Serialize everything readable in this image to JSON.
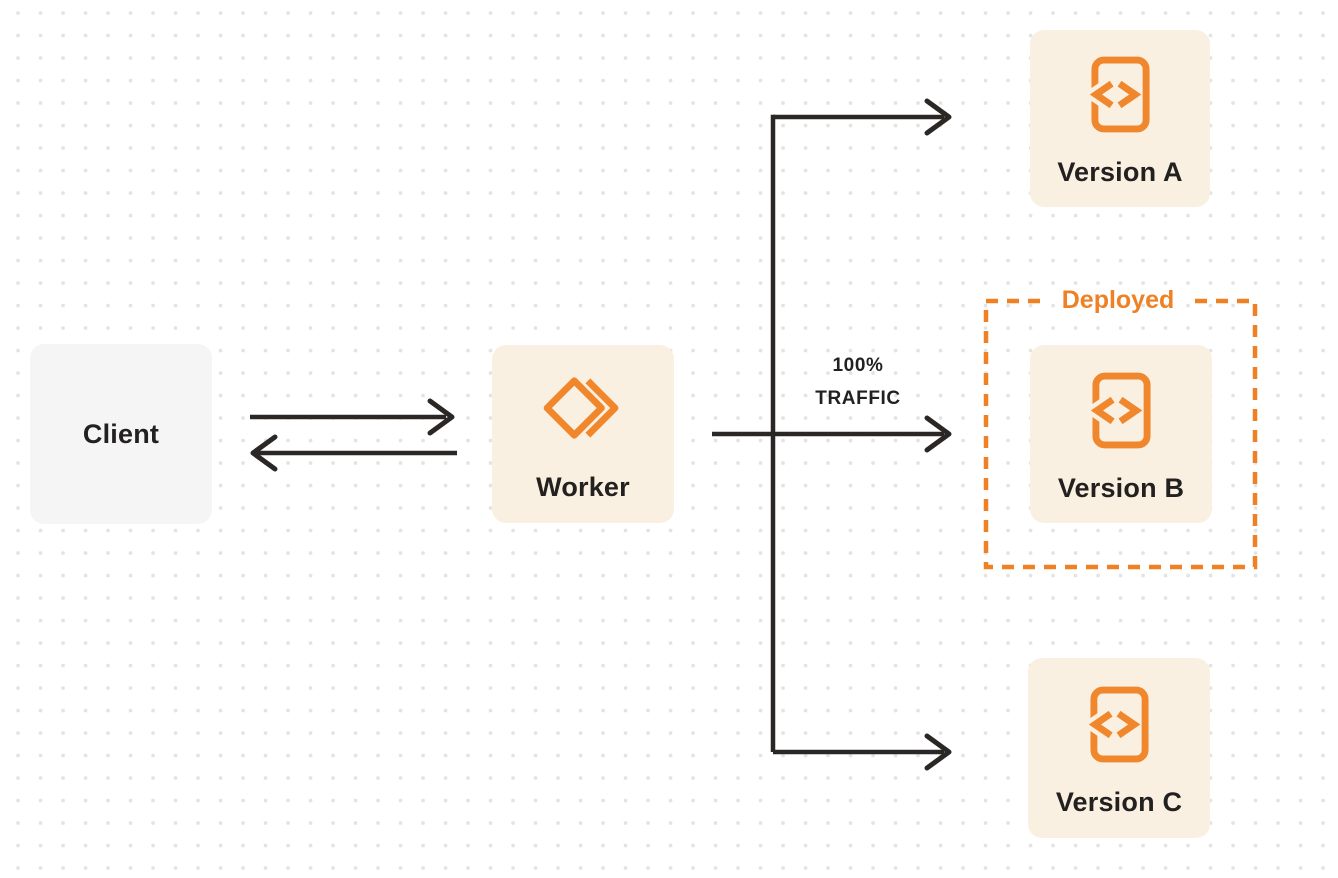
{
  "colors": {
    "accent_orange": "#EF8124",
    "icon_orange": "#F0872C",
    "box_cream": "#FAF0E2",
    "box_gray": "#F5F5F6",
    "connector_dark": "#2B2724",
    "text_dark": "#232020",
    "dot_grid": "#E3E3E3",
    "background": "#FFFFFF"
  },
  "nodes": {
    "client": {
      "label": "Client"
    },
    "worker": {
      "label": "Worker",
      "icon": "workers-logo-icon"
    },
    "version_a": {
      "label": "Version A",
      "icon": "code-file-icon"
    },
    "version_b": {
      "label": "Version B",
      "icon": "code-file-icon"
    },
    "version_c": {
      "label": "Version C",
      "icon": "code-file-icon"
    }
  },
  "annotations": {
    "deployed": "Deployed",
    "traffic": [
      "100%",
      "TRAFFIC"
    ]
  }
}
